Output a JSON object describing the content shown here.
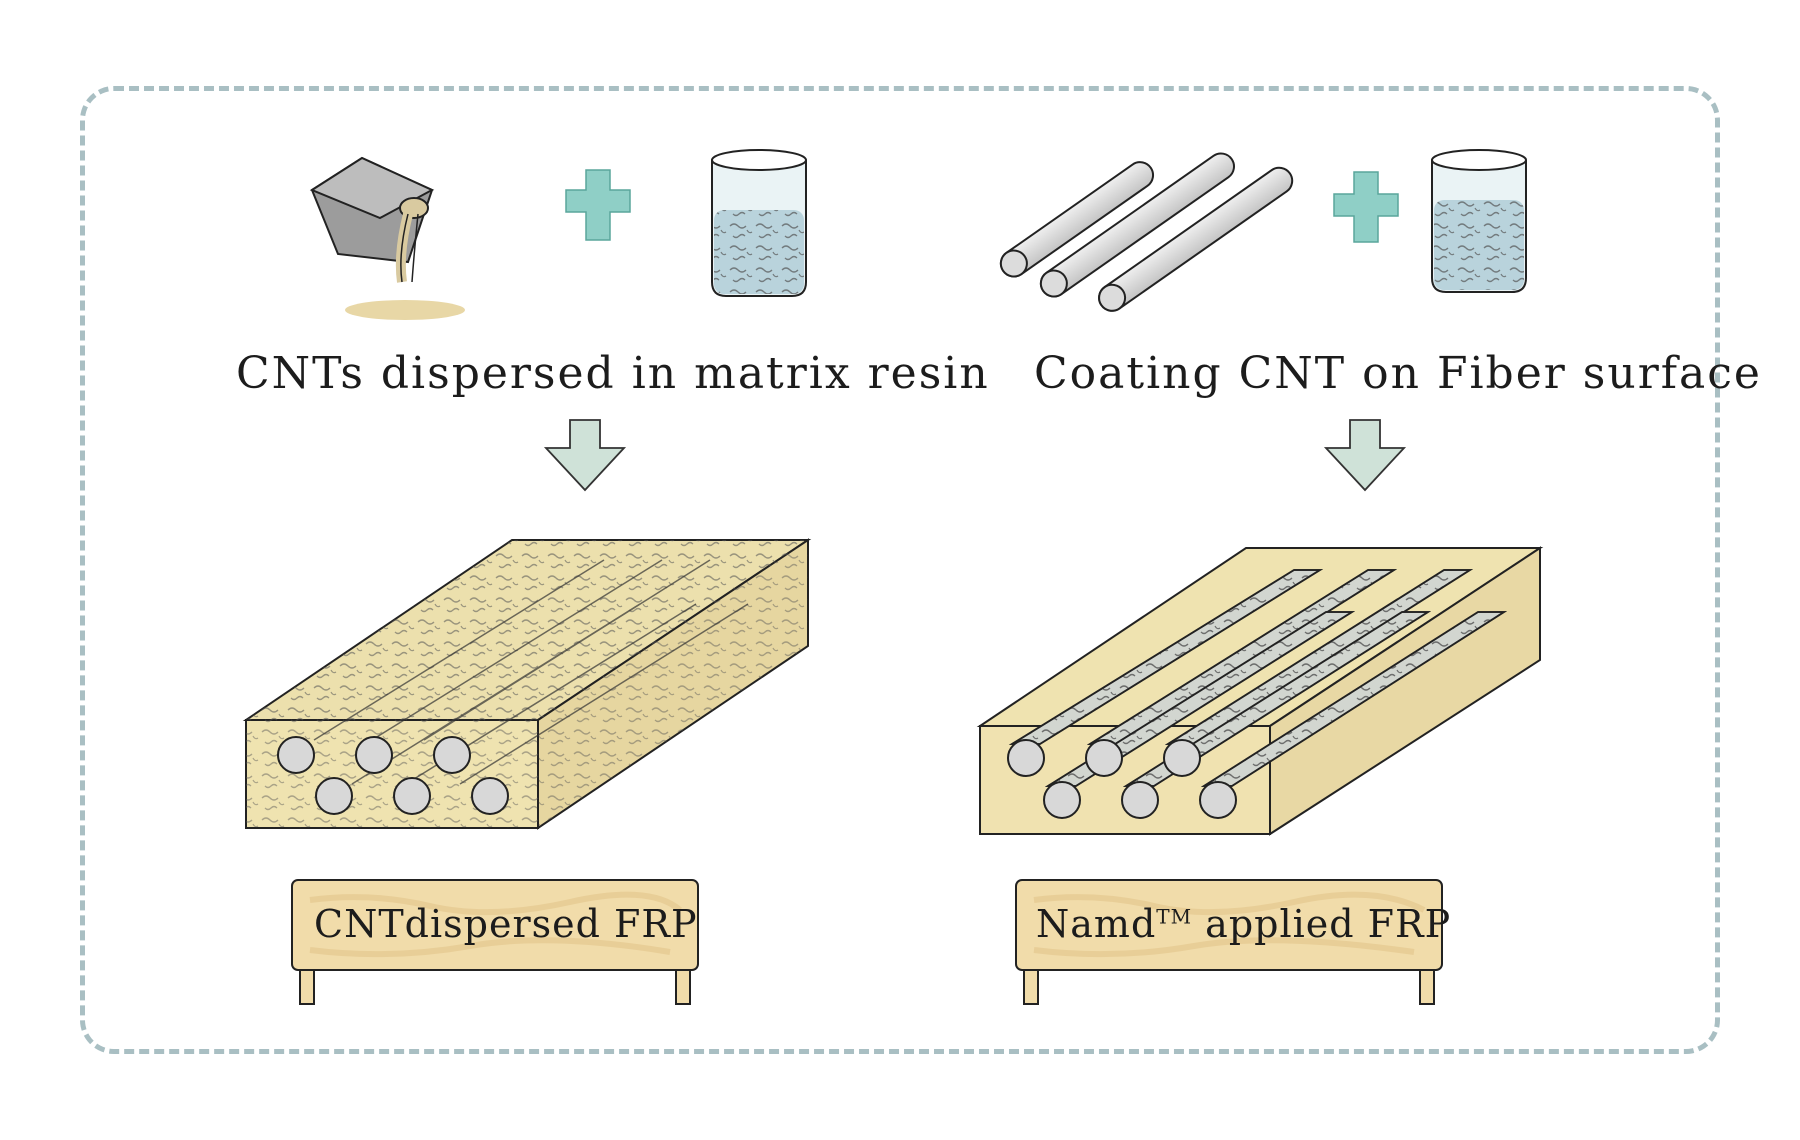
{
  "left_panel": {
    "caption": "CNTs dispersed in matrix resin",
    "sign": "CNTdispersed FRP"
  },
  "right_panel": {
    "caption": "Coating CNT on Fiber surface",
    "sign_prefix": "Namd",
    "sign_sup": "TM",
    "sign_suffix": " applied FRP"
  },
  "colors": {
    "frame": "#a9bfc3",
    "plus": "#8fcfc6",
    "arrow": "#cfe2d8",
    "resin": "#efe3b0",
    "fiber": "#d8d8d8",
    "water": "#b9d3dc",
    "sign": "#f1dcaa"
  }
}
